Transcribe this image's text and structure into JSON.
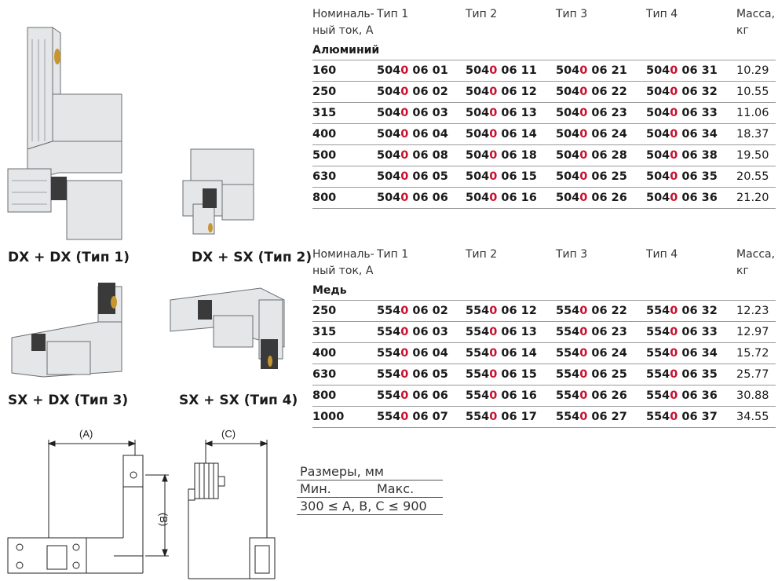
{
  "illustrations": [
    {
      "caption": "DX + DX (Тип 1)"
    },
    {
      "caption": "DX + SX (Тип 2)"
    },
    {
      "caption": "SX + DX (Тип 3)"
    },
    {
      "caption": "SX + SX (Тип 4)"
    }
  ],
  "drawing_labels": {
    "a": "(A)",
    "b": "(B)",
    "c": "(C)"
  },
  "header": {
    "current_line1": "Номиналь-",
    "current_line2": "ный ток, А",
    "type1": "Тип 1",
    "type2": "Тип 2",
    "type3": "Тип 3",
    "type4": "Тип 4",
    "mass_line1": "Масса,",
    "mass_line2": "кг"
  },
  "aluminium": {
    "title": "Алюминий",
    "rows": [
      {
        "current": "160",
        "t1": [
          "5040",
          "0",
          " 06 01"
        ],
        "t2": [
          "5040",
          "0",
          " 06 11"
        ],
        "t3": [
          "5040",
          "0",
          " 06 21"
        ],
        "t4": [
          "5040",
          "0",
          " 06 31"
        ],
        "mass": "10.29"
      },
      {
        "current": "250",
        "t1": [
          "5040",
          "0",
          " 06 02"
        ],
        "t2": [
          "5040",
          "0",
          " 06 12"
        ],
        "t3": [
          "5040",
          "0",
          " 06 22"
        ],
        "t4": [
          "5040",
          "0",
          " 06 32"
        ],
        "mass": "10.55"
      },
      {
        "current": "315",
        "t1": [
          "5040",
          "0",
          " 06 03"
        ],
        "t2": [
          "5040",
          "0",
          " 06 13"
        ],
        "t3": [
          "5040",
          "0",
          " 06 23"
        ],
        "t4": [
          "5040",
          "0",
          " 06 33"
        ],
        "mass": "11.06"
      },
      {
        "current": "400",
        "t1": [
          "5040",
          "0",
          " 06 04"
        ],
        "t2": [
          "5040",
          "0",
          " 06 14"
        ],
        "t3": [
          "5040",
          "0",
          " 06 24"
        ],
        "t4": [
          "5040",
          "0",
          " 06 34"
        ],
        "mass": "18.37"
      },
      {
        "current": "500",
        "t1": [
          "5040",
          "0",
          " 06 08"
        ],
        "t2": [
          "5040",
          "0",
          " 06 18"
        ],
        "t3": [
          "5040",
          "0",
          " 06 28"
        ],
        "t4": [
          "5040",
          "0",
          " 06 38"
        ],
        "mass": "19.50"
      },
      {
        "current": "630",
        "t1": [
          "5040",
          "0",
          " 06 05"
        ],
        "t2": [
          "5040",
          "0",
          " 06 15"
        ],
        "t3": [
          "5040",
          "0",
          " 06 25"
        ],
        "t4": [
          "5040",
          "0",
          " 06 35"
        ],
        "mass": "20.55"
      },
      {
        "current": "800",
        "t1": [
          "5040",
          "0",
          " 06 06"
        ],
        "t2": [
          "5040",
          "0",
          " 06 16"
        ],
        "t3": [
          "5040",
          "0",
          " 06 26"
        ],
        "t4": [
          "5040",
          "0",
          " 06 36"
        ],
        "mass": "21.20"
      }
    ]
  },
  "copper": {
    "title": "Медь",
    "rows": [
      {
        "current": "250",
        "t1": [
          "5540",
          "0",
          " 06 02"
        ],
        "t2": [
          "5540",
          "0",
          " 06 12"
        ],
        "t3": [
          "5540",
          "0",
          " 06 22"
        ],
        "t4": [
          "5540",
          "0",
          " 06 32"
        ],
        "mass": "12.23"
      },
      {
        "current": "315",
        "t1": [
          "5540",
          "0",
          " 06 03"
        ],
        "t2": [
          "5540",
          "0",
          " 06 13"
        ],
        "t3": [
          "5540",
          "0",
          " 06 23"
        ],
        "t4": [
          "5540",
          "0",
          " 06 33"
        ],
        "mass": "12.97"
      },
      {
        "current": "400",
        "t1": [
          "5540",
          "0",
          " 06 04"
        ],
        "t2": [
          "5540",
          "0",
          " 06 14"
        ],
        "t3": [
          "5540",
          "0",
          " 06 24"
        ],
        "t4": [
          "5540",
          "0",
          " 06 34"
        ],
        "mass": "15.72"
      },
      {
        "current": "630",
        "t1": [
          "5540",
          "0",
          " 06 05"
        ],
        "t2": [
          "5540",
          "0",
          " 06 15"
        ],
        "t3": [
          "5540",
          "0",
          " 06 25"
        ],
        "t4": [
          "5540",
          "0",
          " 06 35"
        ],
        "mass": "25.77"
      },
      {
        "current": "800",
        "t1": [
          "5540",
          "0",
          " 06 06"
        ],
        "t2": [
          "5540",
          "0",
          " 06 16"
        ],
        "t3": [
          "5540",
          "0",
          " 06 26"
        ],
        "t4": [
          "5540",
          "0",
          " 06 36"
        ],
        "mass": "30.88"
      },
      {
        "current": "1000",
        "t1": [
          "5540",
          "0",
          " 06 07"
        ],
        "t2": [
          "5540",
          "0",
          " 06 17"
        ],
        "t3": [
          "5540",
          "0",
          " 06 27"
        ],
        "t4": [
          "5540",
          "0",
          " 06 37"
        ],
        "mass": "34.55"
      }
    ]
  },
  "dimensions": {
    "title": "Размеры, мм",
    "min": "Мин.",
    "max": "Макс.",
    "range": "300 ≤ A, B, C ≤ 900"
  },
  "colors": {
    "code_highlight": "#c8102e",
    "rule": "#9a9a9a"
  }
}
